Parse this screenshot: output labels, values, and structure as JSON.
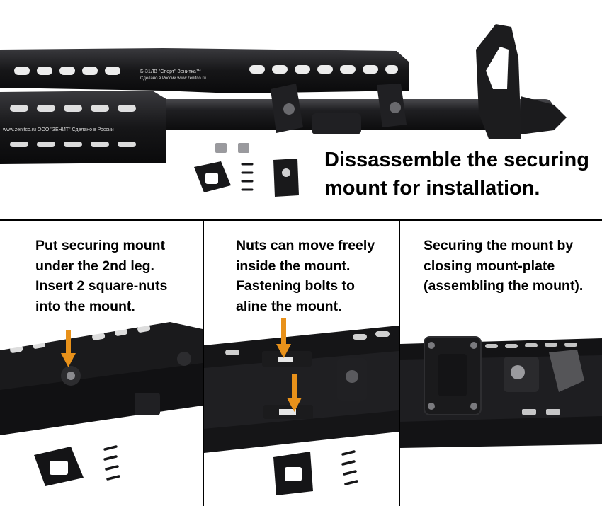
{
  "header": {
    "title_lines": [
      "Dissassemble the securing",
      "mount for installation."
    ],
    "rail_marking_top": "Б-31ЛВ \"Спорт\"    Зенитка™",
    "rail_marking_top_2": "Сделано в России    www.zenitco.ru",
    "rail_marking_side": "www.zenitco.ru    ООО \"ЗЕНИТ\"    Сделано в России"
  },
  "steps": [
    {
      "lines": [
        "Put securing mount",
        "under the 2nd leg.",
        "Insert 2 square-nuts",
        "into the mount."
      ]
    },
    {
      "lines": [
        "Nuts can move freely",
        "inside the mount.",
        "Fastening bolts to",
        "aline the mount."
      ]
    },
    {
      "lines": [
        "Securing the mount by",
        "closing mount-plate",
        "(assembling the mount)."
      ]
    }
  ],
  "colors": {
    "arrow": "#e8911a",
    "metal": "#1a1a1c",
    "rule": "#000000"
  }
}
